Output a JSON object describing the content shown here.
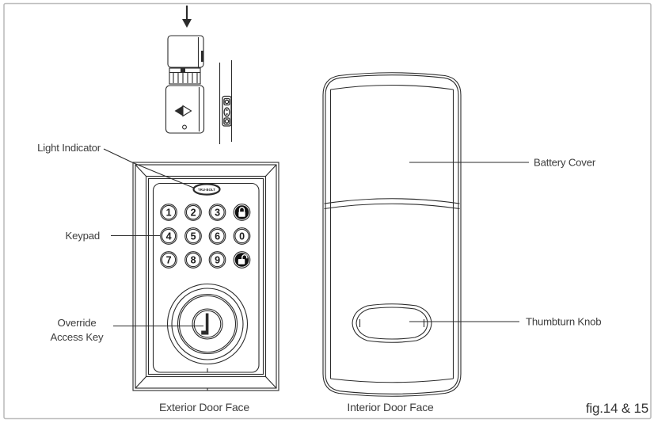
{
  "page": {
    "fig_label": "fig.14 & 15"
  },
  "colors": {
    "line": "#2b2b2b",
    "label_text": "#3d3d3d",
    "page_border": "#bdbdbd",
    "button_fill": "#111111"
  },
  "callouts": {
    "light_indicator": "Light Indicator",
    "keypad": "Keypad",
    "override_line1": "Override",
    "override_line2": "Access Key",
    "battery_cover": "Battery Cover",
    "thumbturn_knob": "Thumbturn Knob"
  },
  "captions": {
    "exterior": "Exterior Door Face",
    "interior": "Interior Door Face"
  },
  "exterior_lock": {
    "brand": "TRU-BOLT",
    "keypad": {
      "digits": [
        "1",
        "2",
        "3",
        "4",
        "5",
        "6",
        "0",
        "7",
        "8",
        "9"
      ]
    }
  },
  "icons": {
    "insert_direction": "down-arrow-icon",
    "lock_button": "padlock-closed-icon",
    "unlock_button": "padlock-open-icon",
    "keyhole": "keyhole-icon",
    "brand_emblem": "diamond-emblem-icon"
  }
}
